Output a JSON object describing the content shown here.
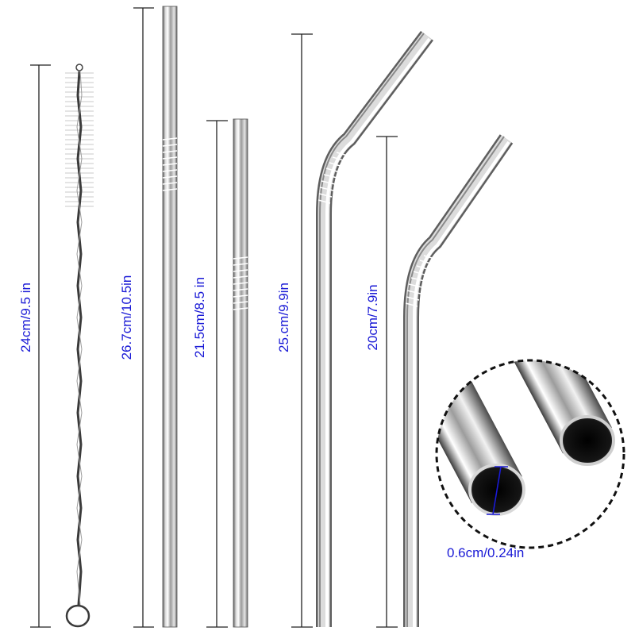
{
  "measurements": {
    "brush": "24cm/9.5 in",
    "long_straight": "26.7cm/10.5in",
    "short_straight": "21.5cm/8.5 in",
    "long_bent": "25.cm/9.9in",
    "short_bent": "20cm/7.9in",
    "diameter": "0.6cm/0.24in"
  },
  "colors": {
    "label": "#1a1ad6",
    "dimension_line": "#222222",
    "steel_dark": "#6f6f6f",
    "steel_light": "#f4f4f4"
  }
}
